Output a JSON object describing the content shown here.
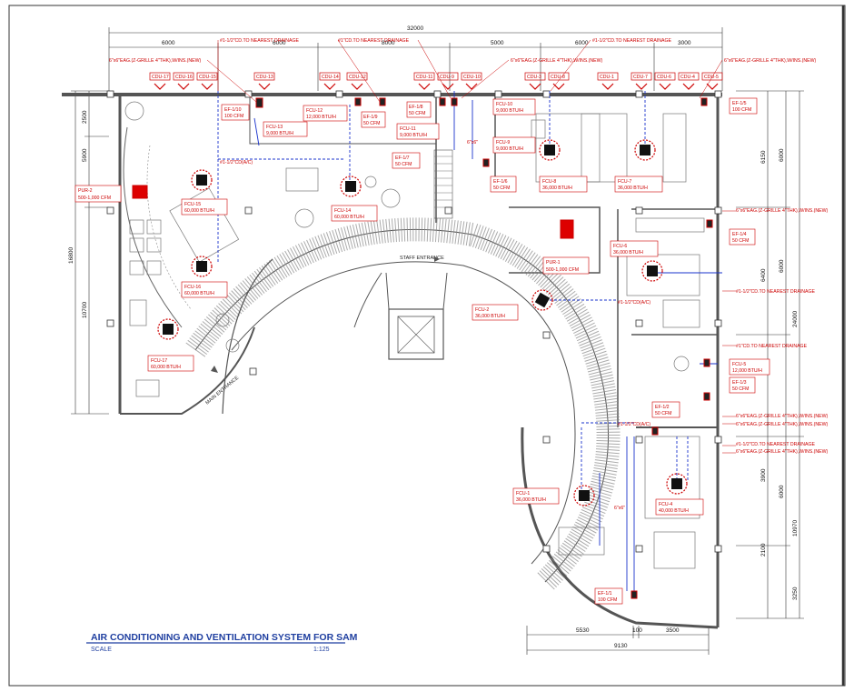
{
  "drawing": {
    "title": "AIR CONDITIONING AND VENTILATION SYSTEM FOR SAM",
    "scale_label": "SCALE",
    "scale_value": "1:125",
    "colors": {
      "equipment": "#cc0000",
      "pipes": "#1a33cc",
      "walls": "#555555",
      "title": "#1f3fa0"
    }
  },
  "dimensions": {
    "top_overall": "32000",
    "top_segments": [
      "6000",
      "6000",
      "8000",
      "5000",
      "3000"
    ],
    "top_inner": "6000",
    "left_overall": "16800",
    "left_segments": [
      "2500",
      "5900",
      "10700"
    ],
    "right_segments": [
      "6150",
      "6000",
      "6400",
      "6000",
      "24000",
      "3900",
      "6000",
      "10970",
      "2100",
      "3250"
    ],
    "bottom_segments": [
      "5530",
      "100",
      "3500"
    ],
    "bottom_overall": "9130"
  },
  "cdu_labels": [
    "CDU-17",
    "CDU-16",
    "CDU-15",
    "CDU-13",
    "CDU-14",
    "CDU-12",
    "CDU-11",
    "CDU-9",
    "CDU-10",
    "CDU-3",
    "CDU-8",
    "CDU-1",
    "CDU-7",
    "CDU-6",
    "CDU-4",
    "CDU-5"
  ],
  "notes": {
    "drain_top_1": "#1-1/2\"CD.TO NEAREST DRAINAGE",
    "drain_top_2": "#1\"CD.TO NEAREST DRAINAGE",
    "drain_top_3": "#1-1/2\"CD.TO NEAREST DRAINAGE",
    "eag_left": "6\"x6\"EAG.(Z-GRILLE 4\"THK),W/INS.(NEW)",
    "eag_mid": "6\"x6\"EAG.(Z-GRILLE 4\"THK),W/INS.(NEW)",
    "eag_right": "6\"x6\"EAG.(Z-GRILLE 4\"THK),W/INS.(NEW)",
    "eag_r1": "6\"x6\"EAG.(Z-GRILLE 4\"THK),W/INS.(NEW)",
    "drain_r1": "#1-1/2\"CD.TO NEAREST DRAINAGE",
    "drain_r2": "#1\"CD.TO NEAREST DRAINAGE",
    "eag_r2": "6\"x6\"EAG.(Z-GRILLE 4\"THK),W/INS.(NEW)",
    "eag_r3": "6\"x6\"EAG.(Z-GRILLE 4\"THK),W/INS.(NEW)",
    "drain_r3": "#1-1/2\"CD.TO NEAREST DRAINAGE",
    "eag_r4": "6\"x6\"EAG.(Z-GRILLE 4\"THK),W/INS.(NEW)",
    "cd_ac_1": "#1-1/2\"CD(A/C)",
    "cd_ac_2": "#1-1/2\"CD(A/C)",
    "cd_ac_3": "#1-1/2\"CD(A/C)",
    "duct_1": "6\"x6\"",
    "duct_2": "6\"x6\"",
    "staff_entrance": "STAFF ENTRANCE",
    "main_entrance": "MAIN ENTRANCE"
  },
  "units": {
    "ef_1_10": [
      "EF-1/10",
      "100 CFM"
    ],
    "fcu_12": [
      "FCU-12",
      "12,000 BTU/H"
    ],
    "ef_1_9": [
      "EF-1/9",
      "50 CFM"
    ],
    "fcu_13": [
      "FCU-13",
      "9,000 BTU/H"
    ],
    "ef_1_8": [
      "EF-1/8",
      "50 CFM"
    ],
    "fcu_11": [
      "FCU-11",
      "9,000 BTU/H"
    ],
    "ef_1_7": [
      "EF-1/7",
      "50 CFM"
    ],
    "fcu_10": [
      "FCU-10",
      "9,000 BTU/H"
    ],
    "fcu_9": [
      "FCU-9",
      "9,000 BTU/H"
    ],
    "ef_1_6": [
      "EF-1/6",
      "50 CFM"
    ],
    "fcu_8": [
      "FCU-8",
      "36,000 BTU/H"
    ],
    "fcu_7": [
      "FCU-7",
      "36,000 BTU/H"
    ],
    "ef_1_5": [
      "EF-1/5",
      "100 CFM"
    ],
    "pur_2": [
      "PUR-2",
      "500-1,000 CFM"
    ],
    "fcu_15": [
      "FCU-15",
      "60,000 BTU/H"
    ],
    "fcu_14": [
      "FCU-14",
      "60,000 BTU/H"
    ],
    "fcu_16": [
      "FCU-16",
      "60,000 BTU/H"
    ],
    "fcu_17": [
      "FCU-17",
      "60,000 BTU/H"
    ],
    "pur_1": [
      "PUR-1",
      "500-1,000 CFM"
    ],
    "fcu_6": [
      "FCU-6",
      "36,000 BTU/H"
    ],
    "ef_1_4": [
      "EF-1/4",
      "50 CFM"
    ],
    "fcu_2": [
      "FCU-2",
      "36,000 BTU/H"
    ],
    "fcu_5": [
      "FCU-5",
      "12,000 BTU/H"
    ],
    "ef_1_3": [
      "EF-1/3",
      "50 CFM"
    ],
    "ef_1_2": [
      "EF-1/2",
      "50 CFM"
    ],
    "fcu_1": [
      "FCU-1",
      "36,000 BTU/H"
    ],
    "fcu_4": [
      "FCU-4",
      "40,000 BTU/H"
    ],
    "ef_1_1": [
      "EF-1/1",
      "100 CFM"
    ]
  }
}
